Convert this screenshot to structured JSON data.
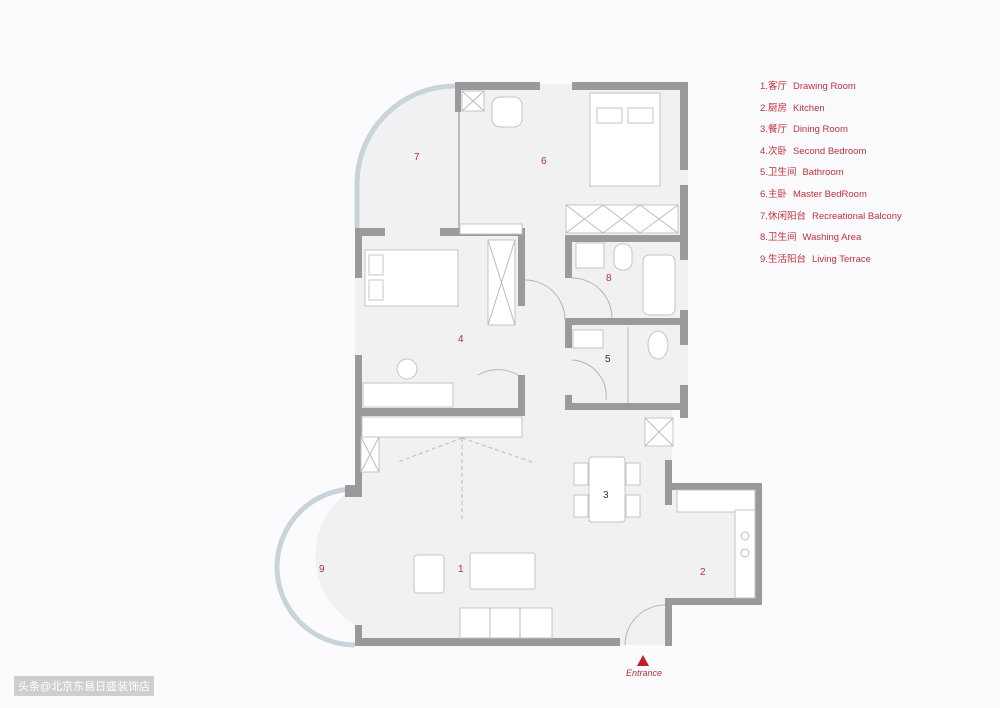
{
  "legend": [
    {
      "num": "1.",
      "cn": "客厅",
      "en": "Drawing Room"
    },
    {
      "num": "2.",
      "cn": "厨房",
      "en": "Kitchen"
    },
    {
      "num": "3.",
      "cn": "餐厅",
      "en": "Dining Room"
    },
    {
      "num": "4.",
      "cn": "次卧",
      "en": "Second Bedroom"
    },
    {
      "num": "5.",
      "cn": "卫生间",
      "en": "Bathroom"
    },
    {
      "num": "6.",
      "cn": "主卧",
      "en": "Master BedRoom"
    },
    {
      "num": "7.",
      "cn": "休闲阳台",
      "en": "Recreational Balcony"
    },
    {
      "num": "8.",
      "cn": "卫生间",
      "en": "Washing Area"
    },
    {
      "num": "9.",
      "cn": "生活阳台",
      "en": "Living Terrace"
    }
  ],
  "rooms": [
    "1",
    "2",
    "3",
    "4",
    "5",
    "6",
    "7",
    "8",
    "9"
  ],
  "entrance_label": "Entrance",
  "watermark": "头条@北京东易日盛装饰店",
  "colors": {
    "accent": "#c0303c",
    "wall": "#9a9a9a",
    "floor": "#f1f1f3"
  }
}
